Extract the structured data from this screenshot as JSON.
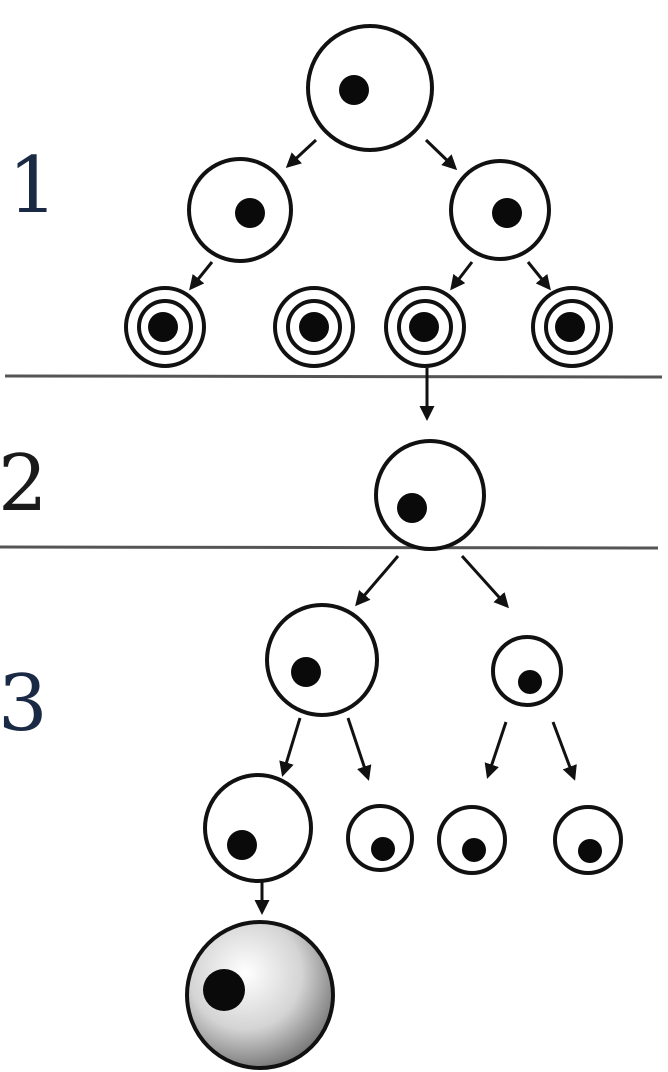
{
  "stages": [
    {
      "label": "1",
      "color": "#1a2a44"
    },
    {
      "label": "2",
      "color": "#1a1a1a"
    },
    {
      "label": "3",
      "color": "#1a2a44"
    }
  ],
  "colors": {
    "outline": "#111111",
    "nucleus": "#0a0a0a",
    "divider": "#555555",
    "final_cell_shade": "#9a9a9a"
  }
}
